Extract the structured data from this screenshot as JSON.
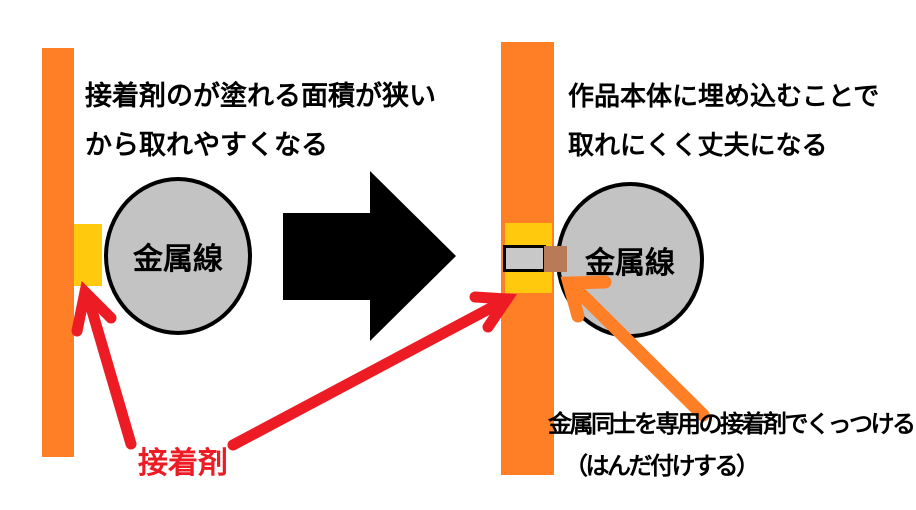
{
  "colors": {
    "orange": "#FF7F27",
    "yellow": "#FFC90E",
    "gray": "#C3C3C3",
    "light_gray": "#C8C8C8",
    "brown": "#B97A57",
    "red": "#ED1C24",
    "black": "#000000"
  },
  "before": {
    "caption_line1": "接着剤のが塗れる面積が狭い",
    "caption_line2": "から取れやすくなる",
    "wire_label": "金属線"
  },
  "after": {
    "caption_line1": "作品本体に埋め込むことで",
    "caption_line2": "取れにくく丈夫になる",
    "wire_label": "金属線",
    "note_line1": "金属同士を専用の接着剤でくっつける",
    "note_line2": "（はんだ付けする）"
  },
  "adhesive_label": "接着剤"
}
